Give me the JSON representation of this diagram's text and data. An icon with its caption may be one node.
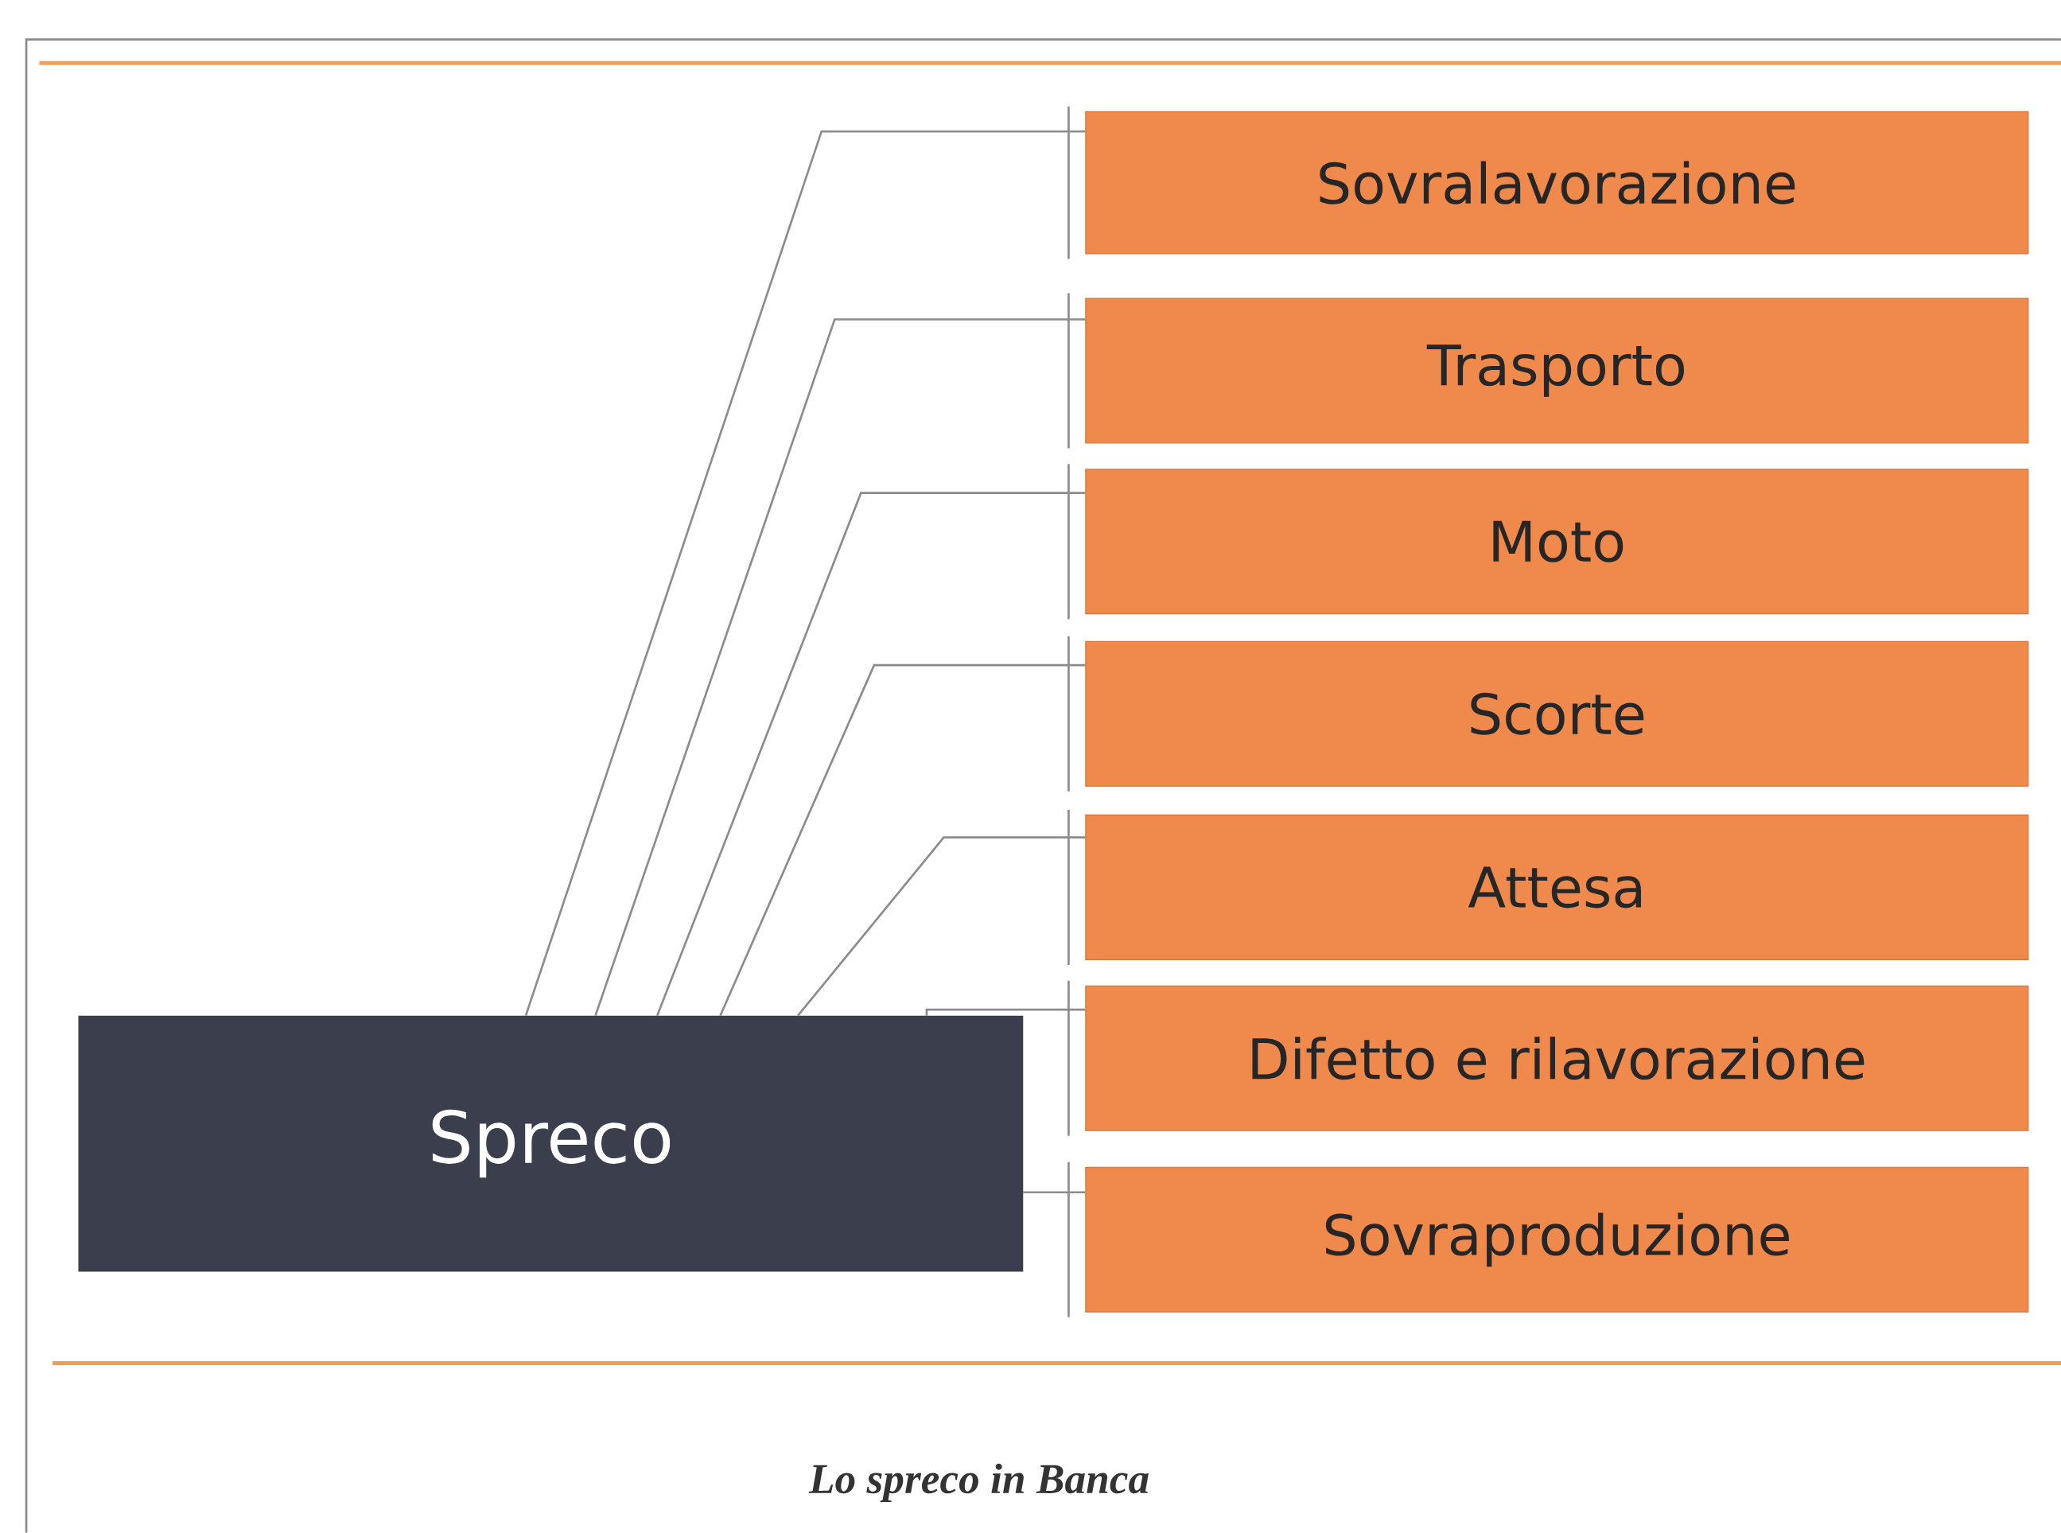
{
  "diagram": {
    "caption": "Lo spreco in Banca",
    "nodes": [
      {
        "text": [
          "Spreco"
        ]
      },
      {
        "text": [
          "Sovralavorazione"
        ]
      },
      {
        "text": [
          "Trasporto"
        ]
      },
      {
        "text": [
          "Moto"
        ]
      },
      {
        "text": [
          "Scorte"
        ]
      },
      {
        "text": [
          "Attesa"
        ]
      },
      {
        "text": [
          "Difetto e rilavorazione"
        ]
      },
      {
        "text": [
          "Sovraproduzione"
        ]
      }
    ],
    "edges": [
      {
        "from": 0,
        "to": 1,
        "arrow": "none"
      },
      {
        "from": 0,
        "to": 2,
        "arrow": "none"
      },
      {
        "from": 0,
        "to": 3,
        "arrow": "none"
      },
      {
        "from": 0,
        "to": 4,
        "arrow": "none"
      },
      {
        "from": 0,
        "to": 5,
        "arrow": "none"
      },
      {
        "from": 0,
        "to": 6,
        "arrow": "none"
      },
      {
        "from": 0,
        "to": 7,
        "arrow": "none"
      }
    ]
  }
}
